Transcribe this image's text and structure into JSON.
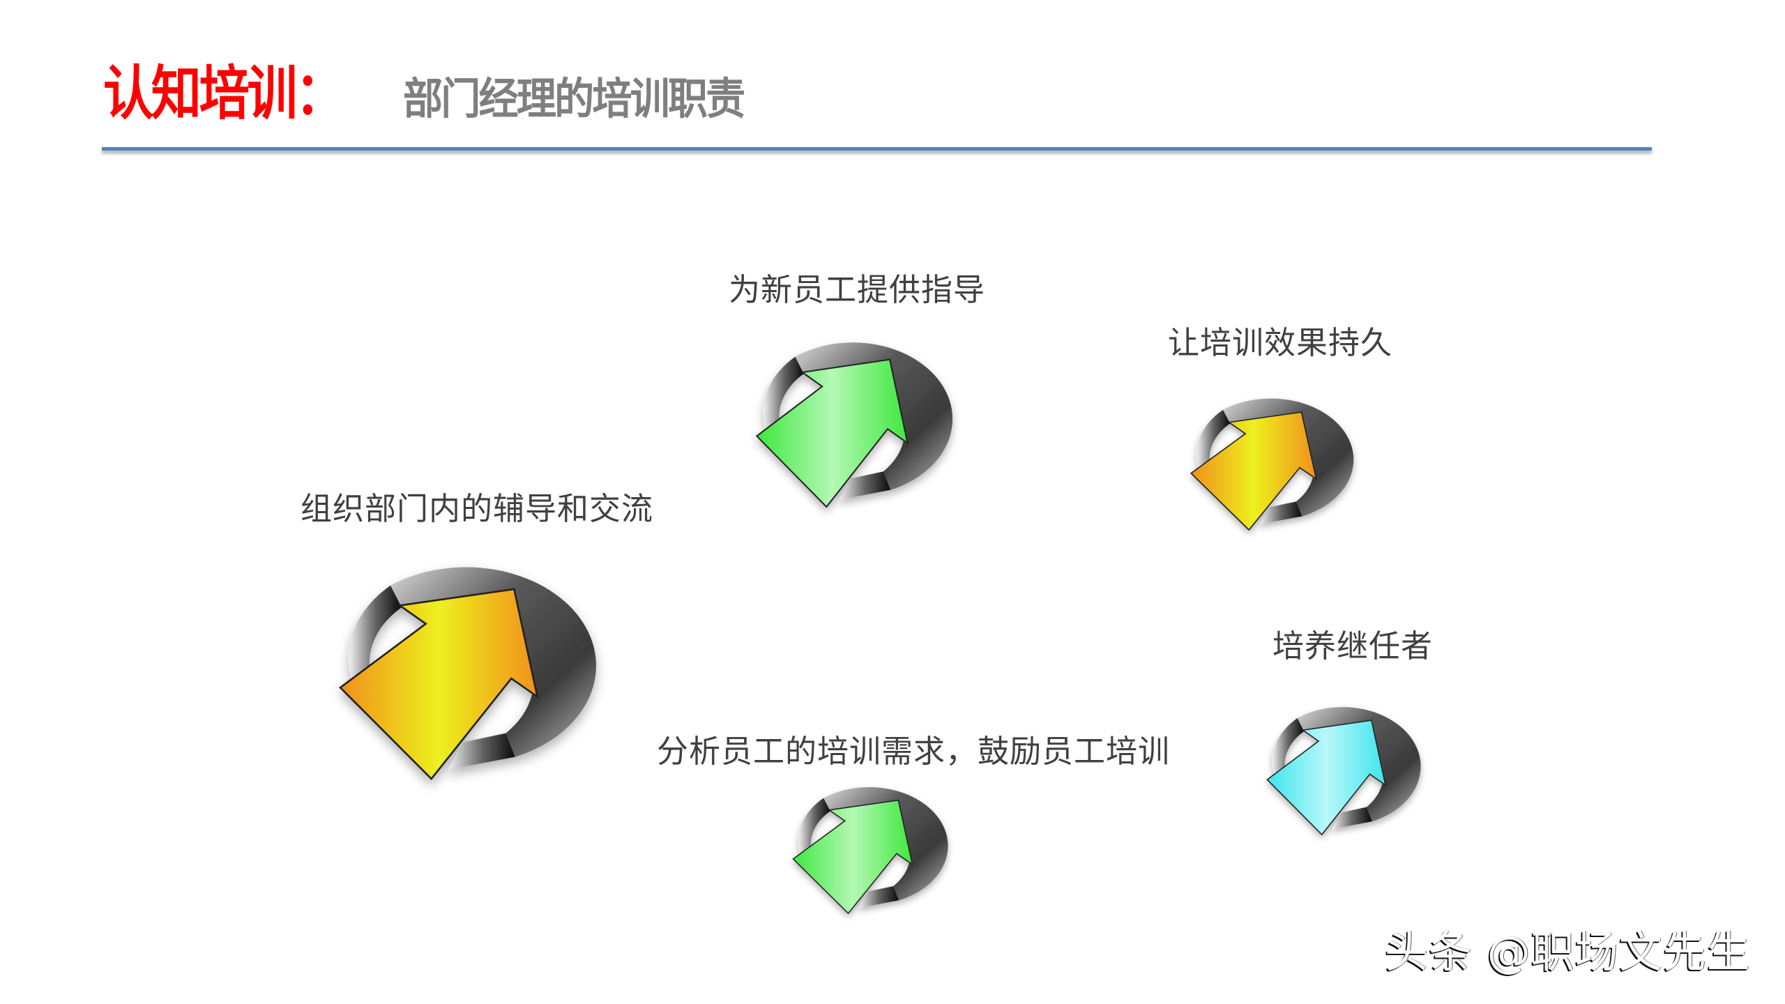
{
  "slide": {
    "title_main": "认知培训：",
    "title_sub": "部门经理的培训职责",
    "colors": {
      "title_main": "#ff0000",
      "title_sub": "#7f7f7f",
      "rule": "#4f81bd",
      "label_text": "#404040"
    }
  },
  "items": [
    {
      "label": "为新员工提供指导",
      "icon": "green-arrow-ring-icon",
      "arrow_color": "#44ee44"
    },
    {
      "label": "让培训效果持久",
      "icon": "orange-arrow-ring-icon",
      "arrow_color": "#f0a020"
    },
    {
      "label": "组织部门内的辅导和交流",
      "icon": "orange-arrow-ring-icon",
      "arrow_color": "#f0a020"
    },
    {
      "label": "培养继任者",
      "icon": "cyan-arrow-ring-icon",
      "arrow_color": "#44e8ee"
    },
    {
      "label": "分析员工的培训需求，鼓励员工培训",
      "icon": "green-arrow-ring-icon",
      "arrow_color": "#44ee44"
    }
  ],
  "watermark": "头条 @职场文先生"
}
